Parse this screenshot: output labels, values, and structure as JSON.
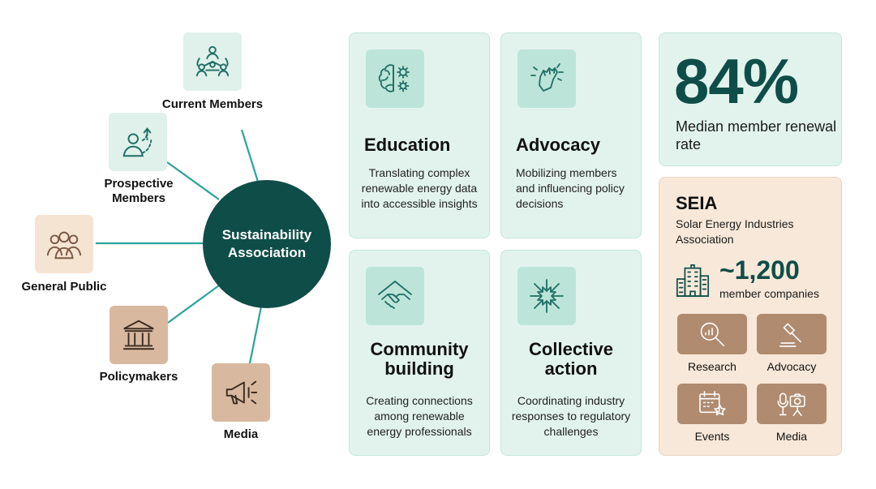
{
  "hub": {
    "label": "Sustainability Association"
  },
  "stakeholders": [
    {
      "label": "Current Members",
      "icon": "members-network-icon"
    },
    {
      "label": "Prospective Members",
      "icon": "person-growth-icon"
    },
    {
      "label": "General Public",
      "icon": "group-people-icon"
    },
    {
      "label": "Policymakers",
      "icon": "government-building-icon"
    },
    {
      "label": "Media",
      "icon": "megaphone-icon"
    }
  ],
  "functions": [
    {
      "title": "Education",
      "description": "Translating complex renewable energy data into accessible insights",
      "icon": "brain-gears-icon"
    },
    {
      "title": "Advocacy",
      "description": "Mobilizing members and influencing policy decisions",
      "icon": "raised-fist-icon"
    },
    {
      "title": "Community building",
      "description": "Creating connections among renewable energy professionals",
      "icon": "handshake-icon"
    },
    {
      "title": "Collective action",
      "description": "Coordinating industry responses to regulatory challenges",
      "icon": "converging-arrows-icon"
    }
  ],
  "stat": {
    "value": "84%",
    "caption": "Median member renewal rate"
  },
  "seia": {
    "acronym": "SEIA",
    "full_name": "Solar Energy Industries Association",
    "member_count": "~1,200",
    "member_label": "member companies",
    "tiles": [
      {
        "label": "Research",
        "icon": "magnifier-chart-icon"
      },
      {
        "label": "Advocacy",
        "icon": "gavel-icon"
      },
      {
        "label": "Events",
        "icon": "calendar-star-icon"
      },
      {
        "label": "Media",
        "icon": "microphone-camera-icon"
      }
    ]
  },
  "colors": {
    "primary": "#0f4d48",
    "mint": "#e2f3ee",
    "peach": "#f8e8d9",
    "tan": "#b08b6f",
    "line": "#2aa39a"
  }
}
